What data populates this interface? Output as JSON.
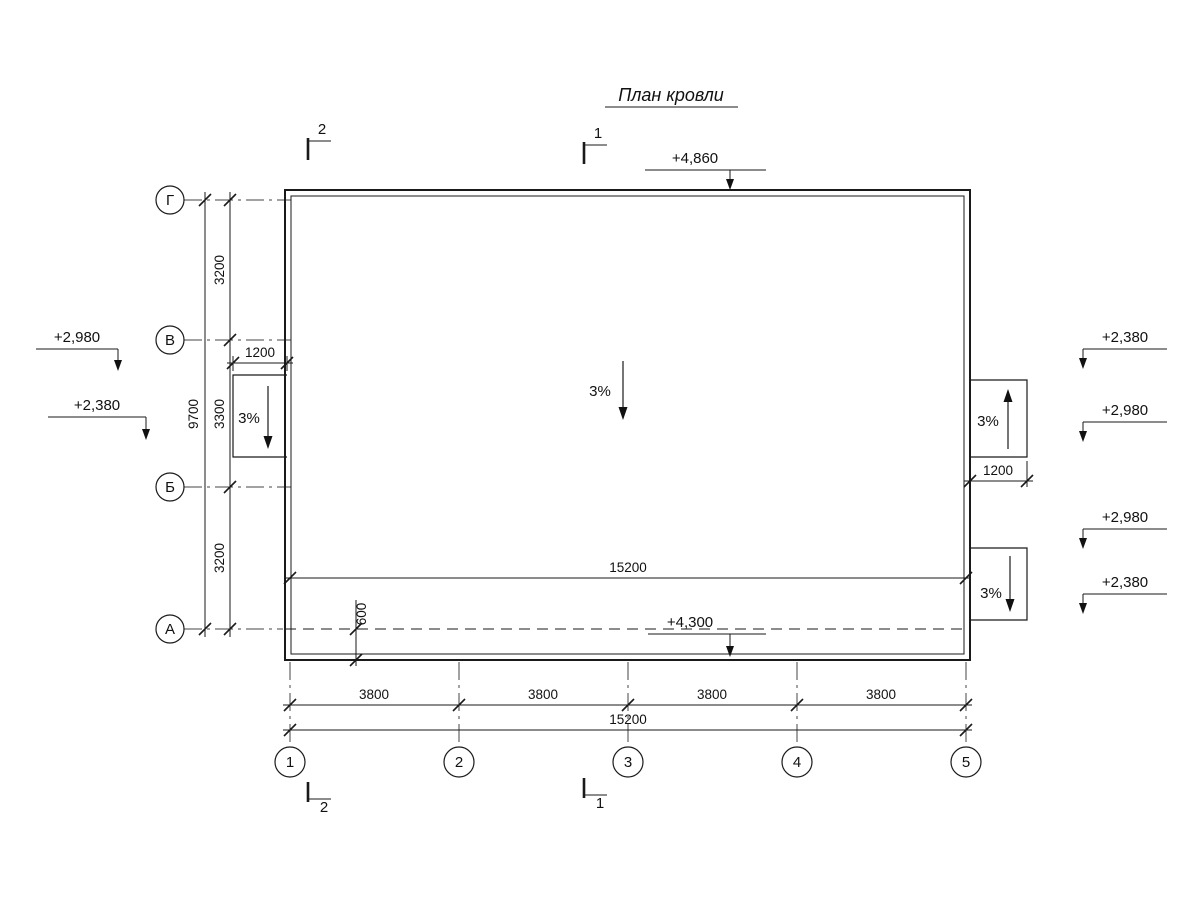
{
  "title": "План кровли",
  "axes": {
    "rows": [
      {
        "label": "Г"
      },
      {
        "label": "В"
      },
      {
        "label": "Б"
      },
      {
        "label": "А"
      }
    ],
    "cols": [
      {
        "label": "1"
      },
      {
        "label": "2"
      },
      {
        "label": "3"
      },
      {
        "label": "4"
      },
      {
        "label": "5"
      }
    ]
  },
  "dims": {
    "left_segments": [
      "3200",
      "3300",
      "3200"
    ],
    "left_total": "9700",
    "bottom_segments": [
      "3800",
      "3800",
      "3800",
      "3800"
    ],
    "bottom_total": "15200",
    "inner_width": "15200",
    "canopy_left": "1200",
    "canopy_right": "1200",
    "overhang": "600"
  },
  "elev": {
    "roof_high": "+4,860",
    "roof_low": "+4,300",
    "left_upper": "+2,980",
    "left_lower": "+2,380",
    "right": [
      "+2,380",
      "+2,980",
      "+2,980",
      "+2,380"
    ]
  },
  "slopes": {
    "main": "3%",
    "left_canopy": "3%",
    "right_mid": "3%",
    "right_bottom": "3%"
  },
  "sections": {
    "section1": "1",
    "section2": "2"
  }
}
